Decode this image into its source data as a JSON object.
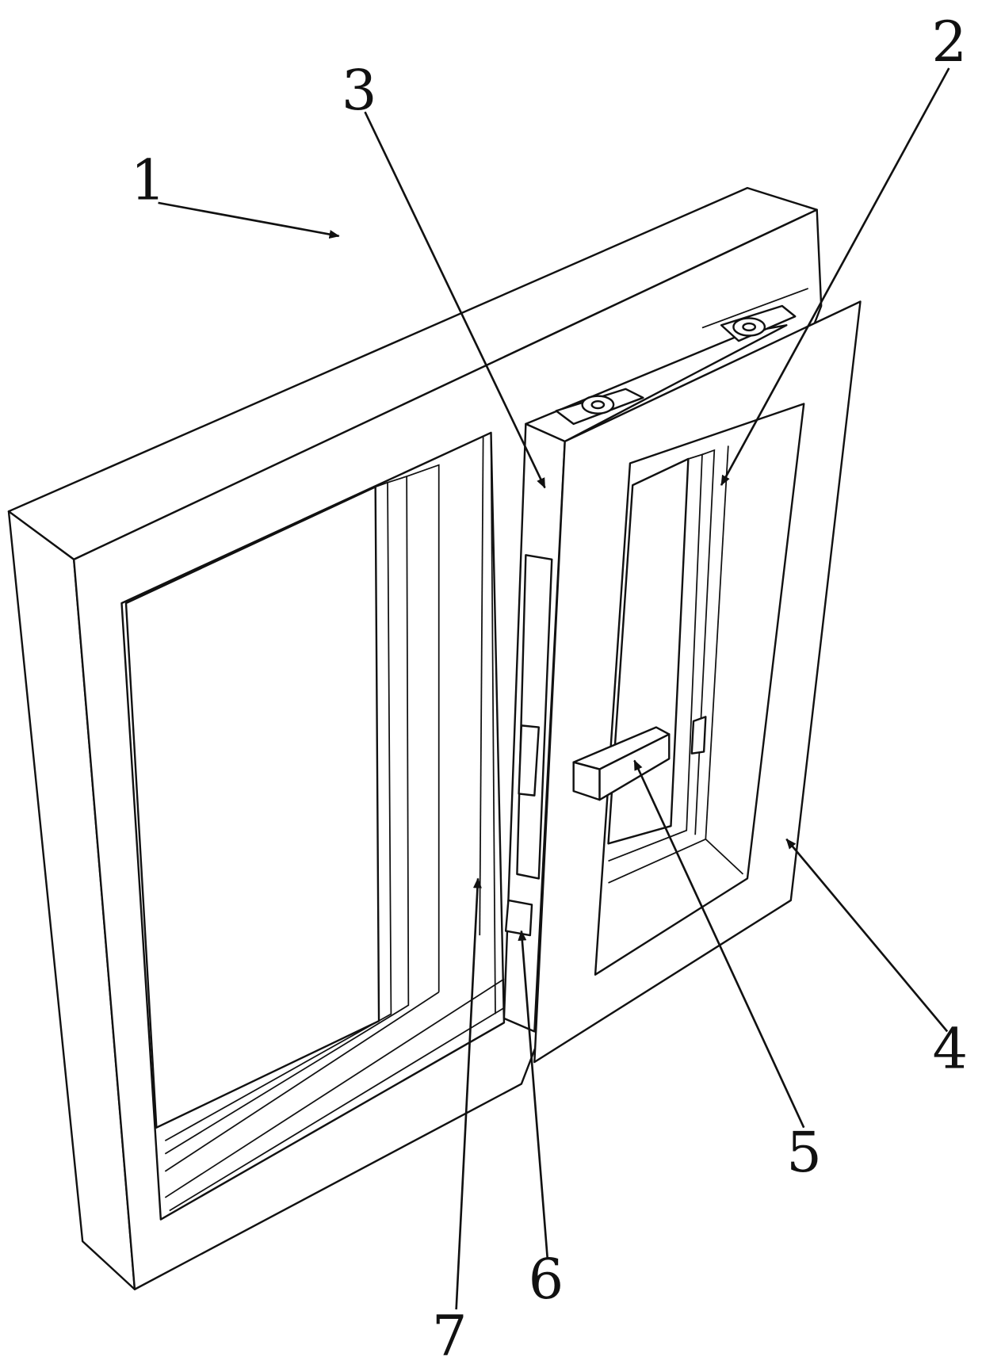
{
  "figure": {
    "labels": {
      "frame": "1",
      "inner_sash": "2",
      "middle_sash": "3",
      "outer_sash": "4",
      "handle": "5",
      "lock_block": "6",
      "rail": "7"
    }
  }
}
